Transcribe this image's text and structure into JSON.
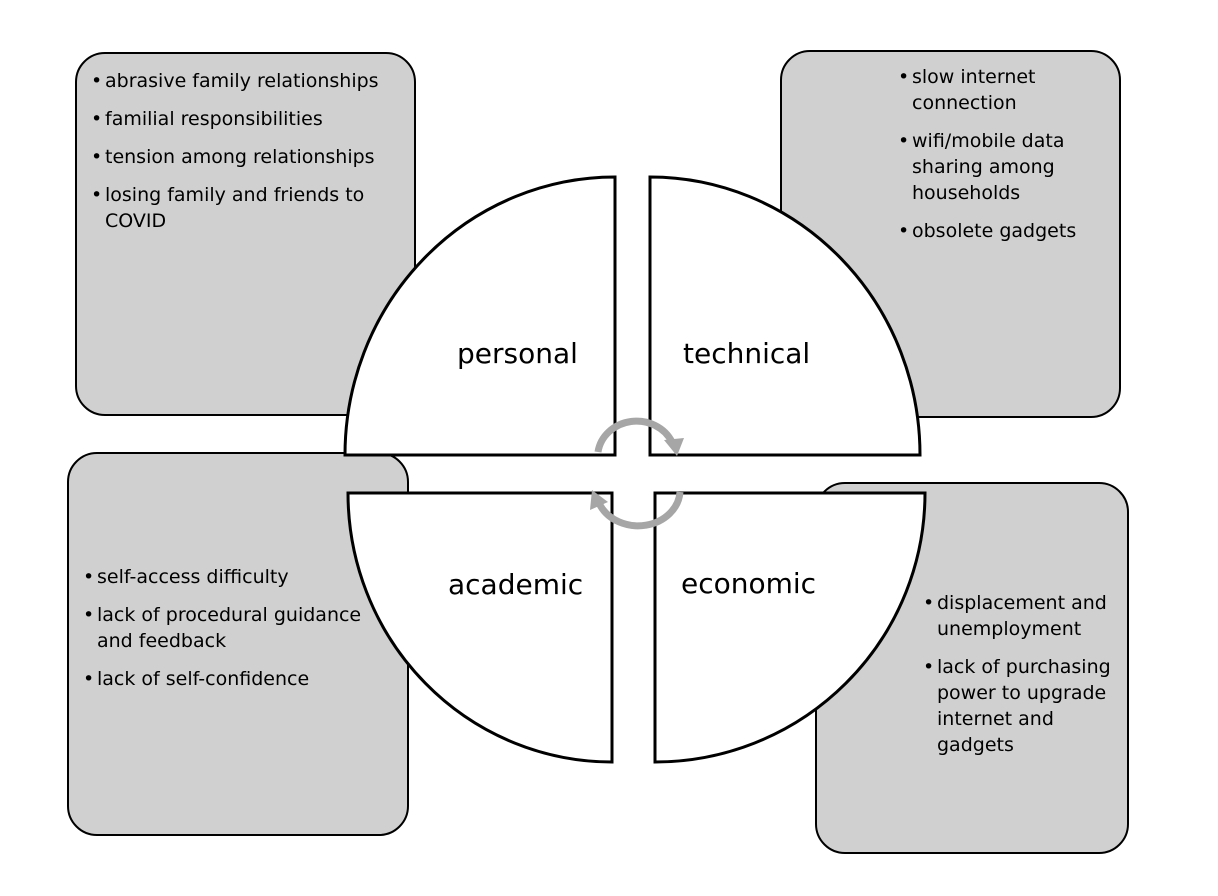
{
  "quadrants": {
    "personal": {
      "label": "personal",
      "items": [
        "abrasive family relationships",
        "familial responsibilities",
        "tension among relationships",
        "losing family and friends to COVID"
      ]
    },
    "technical": {
      "label": "technical",
      "items": [
        "slow internet connection",
        "wifi/mobile data sharing among households",
        "obsolete gadgets"
      ]
    },
    "academic": {
      "label": "academic",
      "items": [
        "self-access difficulty",
        "lack of procedural guidance and feedback",
        "lack of self-confidence"
      ]
    },
    "economic": {
      "label": "economic",
      "items": [
        "displacement and unemployment",
        "lack of purchasing power to upgrade internet and gadgets"
      ]
    }
  },
  "colors": {
    "box_fill": "#d0d0d0",
    "arrow": "#a6a6a6"
  }
}
